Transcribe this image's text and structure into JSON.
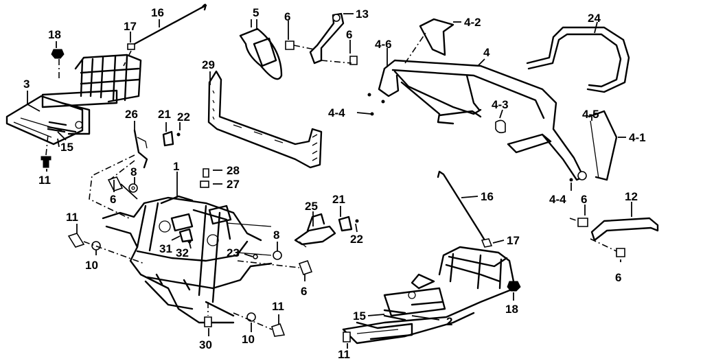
{
  "diagram": {
    "labels": [
      {
        "id": "l16a",
        "text": "16"
      },
      {
        "id": "l18a",
        "text": "18"
      },
      {
        "id": "l17a",
        "text": "17"
      },
      {
        "id": "l3",
        "text": "3"
      },
      {
        "id": "l15a",
        "text": "15"
      },
      {
        "id": "l11a",
        "text": "11"
      },
      {
        "id": "l5",
        "text": "5"
      },
      {
        "id": "l6a",
        "text": "6"
      },
      {
        "id": "l13",
        "text": "13"
      },
      {
        "id": "l6b",
        "text": "6"
      },
      {
        "id": "l29",
        "text": "29"
      },
      {
        "id": "l46",
        "text": "4-6"
      },
      {
        "id": "l42",
        "text": "4-2"
      },
      {
        "id": "l4",
        "text": "4"
      },
      {
        "id": "l24",
        "text": "24"
      },
      {
        "id": "l44a",
        "text": "4-4"
      },
      {
        "id": "l43",
        "text": "4-3"
      },
      {
        "id": "l45",
        "text": "4-5"
      },
      {
        "id": "l41",
        "text": "4-1"
      },
      {
        "id": "l26",
        "text": "26"
      },
      {
        "id": "l21a",
        "text": "21"
      },
      {
        "id": "l22a",
        "text": "22"
      },
      {
        "id": "l1",
        "text": "1"
      },
      {
        "id": "l28",
        "text": "28"
      },
      {
        "id": "l27",
        "text": "27"
      },
      {
        "id": "l8a",
        "text": "8"
      },
      {
        "id": "l6c",
        "text": "6"
      },
      {
        "id": "l11b",
        "text": "11"
      },
      {
        "id": "l10a",
        "text": "10"
      },
      {
        "id": "l25",
        "text": "25"
      },
      {
        "id": "l21b",
        "text": "21"
      },
      {
        "id": "l22b",
        "text": "22"
      },
      {
        "id": "l8b",
        "text": "8"
      },
      {
        "id": "l31",
        "text": "31"
      },
      {
        "id": "l32",
        "text": "32"
      },
      {
        "id": "l23",
        "text": "23"
      },
      {
        "id": "l6d",
        "text": "6"
      },
      {
        "id": "l16b",
        "text": "16"
      },
      {
        "id": "l17b",
        "text": "17"
      },
      {
        "id": "l44b",
        "text": "4-4"
      },
      {
        "id": "l6e",
        "text": "6"
      },
      {
        "id": "l12",
        "text": "12"
      },
      {
        "id": "l6f",
        "text": "6"
      },
      {
        "id": "l11c",
        "text": "11"
      },
      {
        "id": "l10b",
        "text": "10"
      },
      {
        "id": "l30",
        "text": "30"
      },
      {
        "id": "l15b",
        "text": "15"
      },
      {
        "id": "l2",
        "text": "2"
      },
      {
        "id": "l18b",
        "text": "18"
      },
      {
        "id": "l11d",
        "text": "11"
      }
    ]
  }
}
